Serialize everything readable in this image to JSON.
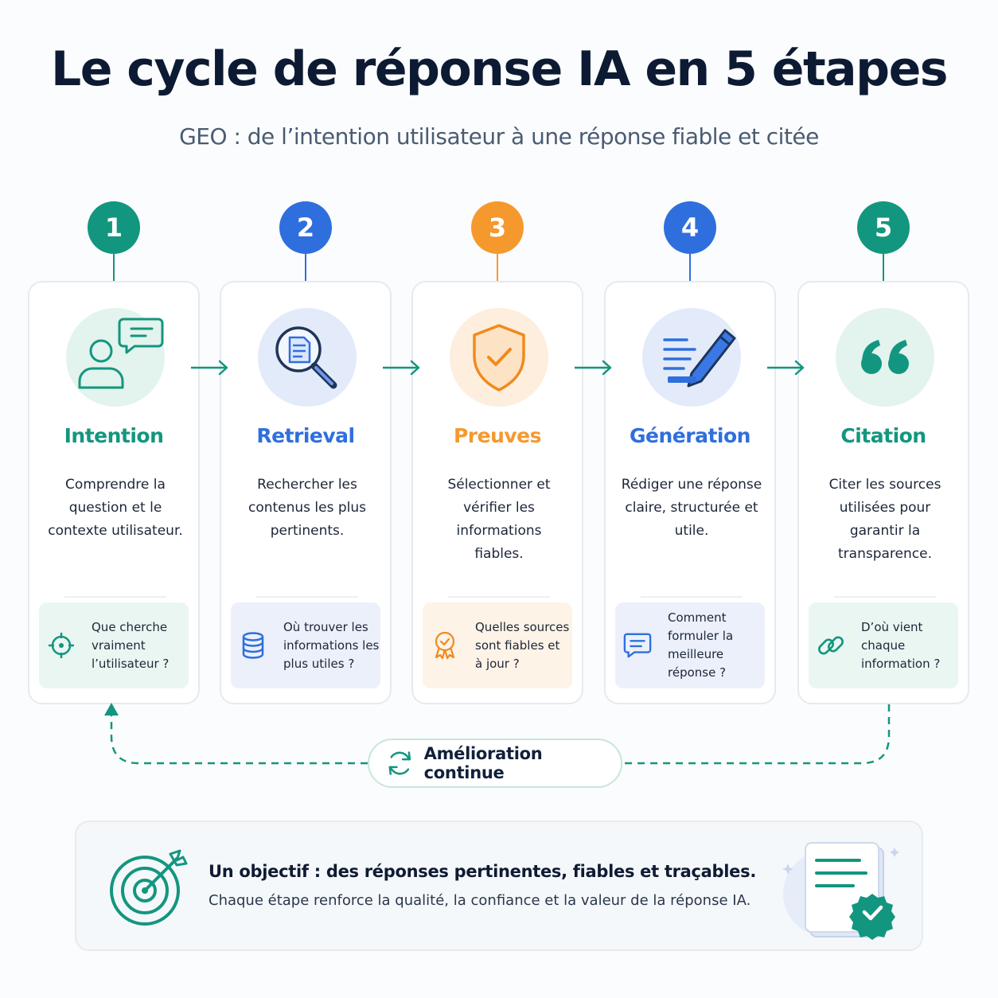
{
  "header": {
    "title": "Le cycle de réponse IA en 5 étapes",
    "subtitle": "GEO : de l’intention utilisateur à une réponse fiable et citée"
  },
  "steps": [
    {
      "number": "1",
      "title": "Intention",
      "color": "#13967f",
      "icon": "user-chat-icon",
      "description_lines": [
        "Comprendre la",
        "question et le",
        "contexte utilisateur."
      ],
      "question_lines": [
        "Que cherche",
        "vraiment",
        "l’utilisateur ?"
      ],
      "question_icon": "crosshair-icon"
    },
    {
      "number": "2",
      "title": "Retrieval",
      "color": "#2f6fdd",
      "icon": "document-search-icon",
      "description_lines": [
        "Rechercher les",
        "contenus les plus",
        "pertinents."
      ],
      "question_lines": [
        "Où trouver les",
        "informations les",
        "plus utiles ?"
      ],
      "question_icon": "database-icon"
    },
    {
      "number": "3",
      "title": "Preuves",
      "color": "#f5992e",
      "icon": "shield-check-icon",
      "description_lines": [
        "Sélectionner et",
        "vérifier les",
        "informations",
        "fiables."
      ],
      "question_lines": [
        "Quelles sources",
        "sont fiables et",
        "à jour ?"
      ],
      "question_icon": "award-icon"
    },
    {
      "number": "4",
      "title": "Génération",
      "color": "#2f6fdd",
      "icon": "pen-writing-icon",
      "description_lines": [
        "Rédiger une réponse",
        "claire, structurée et",
        "utile."
      ],
      "question_lines": [
        "Comment",
        "formuler la",
        "meilleure",
        "réponse ?"
      ],
      "question_icon": "chat-bubble-icon"
    },
    {
      "number": "5",
      "title": "Citation",
      "color": "#13967f",
      "icon": "quote-icon",
      "description_lines": [
        "Citer les sources",
        "utilisées pour",
        "garantir la",
        "transparence."
      ],
      "question_lines": [
        "D’où vient",
        "chaque",
        "information ?"
      ],
      "question_icon": "link-icon"
    }
  ],
  "loop": {
    "label": "Amélioration continue",
    "icon": "refresh-icon"
  },
  "footer": {
    "title": "Un objectif : des réponses pertinentes, fiables et traçables.",
    "text": "Chaque étape renforce la qualité, la confiance et la valeur de la réponse IA.",
    "icon": "target-arrow-icon",
    "illustration": "verified-document-icon"
  },
  "colors": {
    "teal": "#13967f",
    "blue": "#2f6fdd",
    "orange": "#f5992e"
  }
}
